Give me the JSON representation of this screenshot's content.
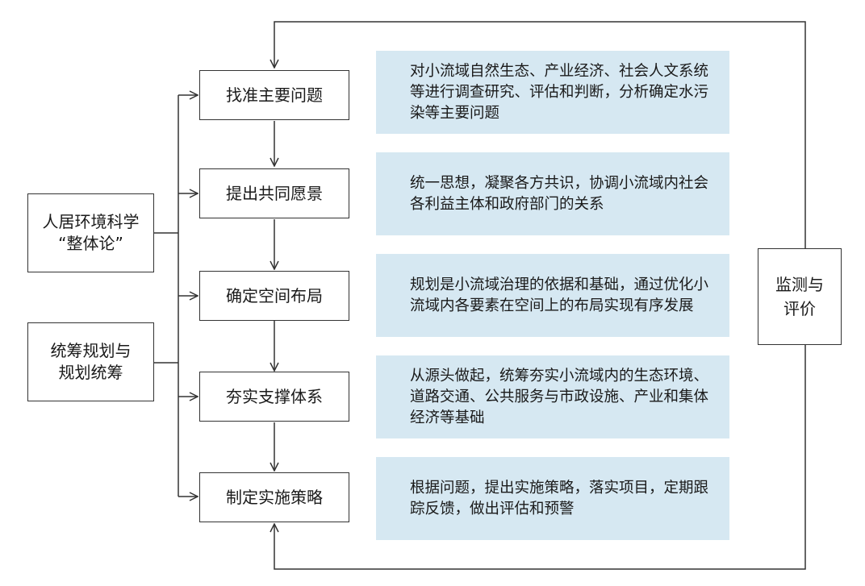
{
  "inputs": [
    {
      "label": "人居环境科学\n“整体论”"
    },
    {
      "label": "统筹规划与\n规划统筹"
    }
  ],
  "steps": [
    {
      "label": "找准主要问题",
      "description": "对小流域自然生态、产业经济、社会人文系统等进行调查研究、评估和判断，分析确定水污染等主要问题"
    },
    {
      "label": "提出共同愿景",
      "description": "统一思想，凝聚各方共识，协调小流域内社会各利益主体和政府部门的关系"
    },
    {
      "label": "确定空间布局",
      "description": "规划是小流域治理的依据和基础，通过优化小流域内各要素在空间上的布局实现有序发展"
    },
    {
      "label": "夯实支撑体系",
      "description": "从源头做起，统筹夯实小流域内的生态环境、道路交通、公共服务与市政设施、产业和集体经济等基础"
    },
    {
      "label": "制定实施策略",
      "description": "根据问题，提出实施策略，落实项目，定期跟踪反馈，做出评估和预警"
    }
  ],
  "feedback": {
    "label": "监测与\n评价"
  },
  "colors": {
    "description_fill": "#d6e8f2",
    "line": "#333333"
  }
}
